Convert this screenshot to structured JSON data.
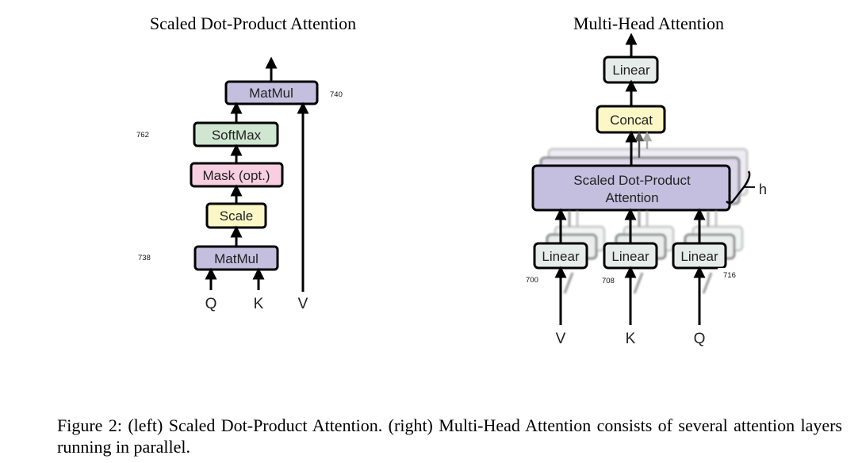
{
  "figure": {
    "left_panel": {
      "title": "Scaled Dot-Product Attention",
      "boxes": [
        {
          "label": "MatMul",
          "color": "#c5bfdf"
        },
        {
          "label": "SoftMax",
          "color": "#cfe6d0"
        },
        {
          "label": "Mask (opt.)",
          "color": "#f7cfe0"
        },
        {
          "label": "Scale",
          "color": "#fbf7c7"
        },
        {
          "label": "MatMul",
          "color": "#c5bfdf"
        }
      ],
      "inputs": [
        "Q",
        "K",
        "V"
      ],
      "annotations": [
        "740",
        "762",
        "738"
      ]
    },
    "right_panel": {
      "title": "Multi-Head Attention",
      "boxes": [
        {
          "label": "Linear",
          "color": "#e6ecea"
        },
        {
          "label": "Concat",
          "color": "#fbf7c7"
        },
        {
          "label_line1": "Scaled Dot-Product",
          "label_line2": "Attention",
          "color": "#c5bfdf"
        }
      ],
      "linear_boxes": [
        "Linear",
        "Linear",
        "Linear"
      ],
      "heads_label": "h",
      "inputs": [
        "V",
        "K",
        "Q"
      ],
      "annotations": [
        "700",
        "708",
        "716"
      ]
    },
    "caption": "Figure 2: (left) Scaled Dot-Product Attention. (right) Multi-Head Attention consists of several attention layers running in parallel."
  }
}
